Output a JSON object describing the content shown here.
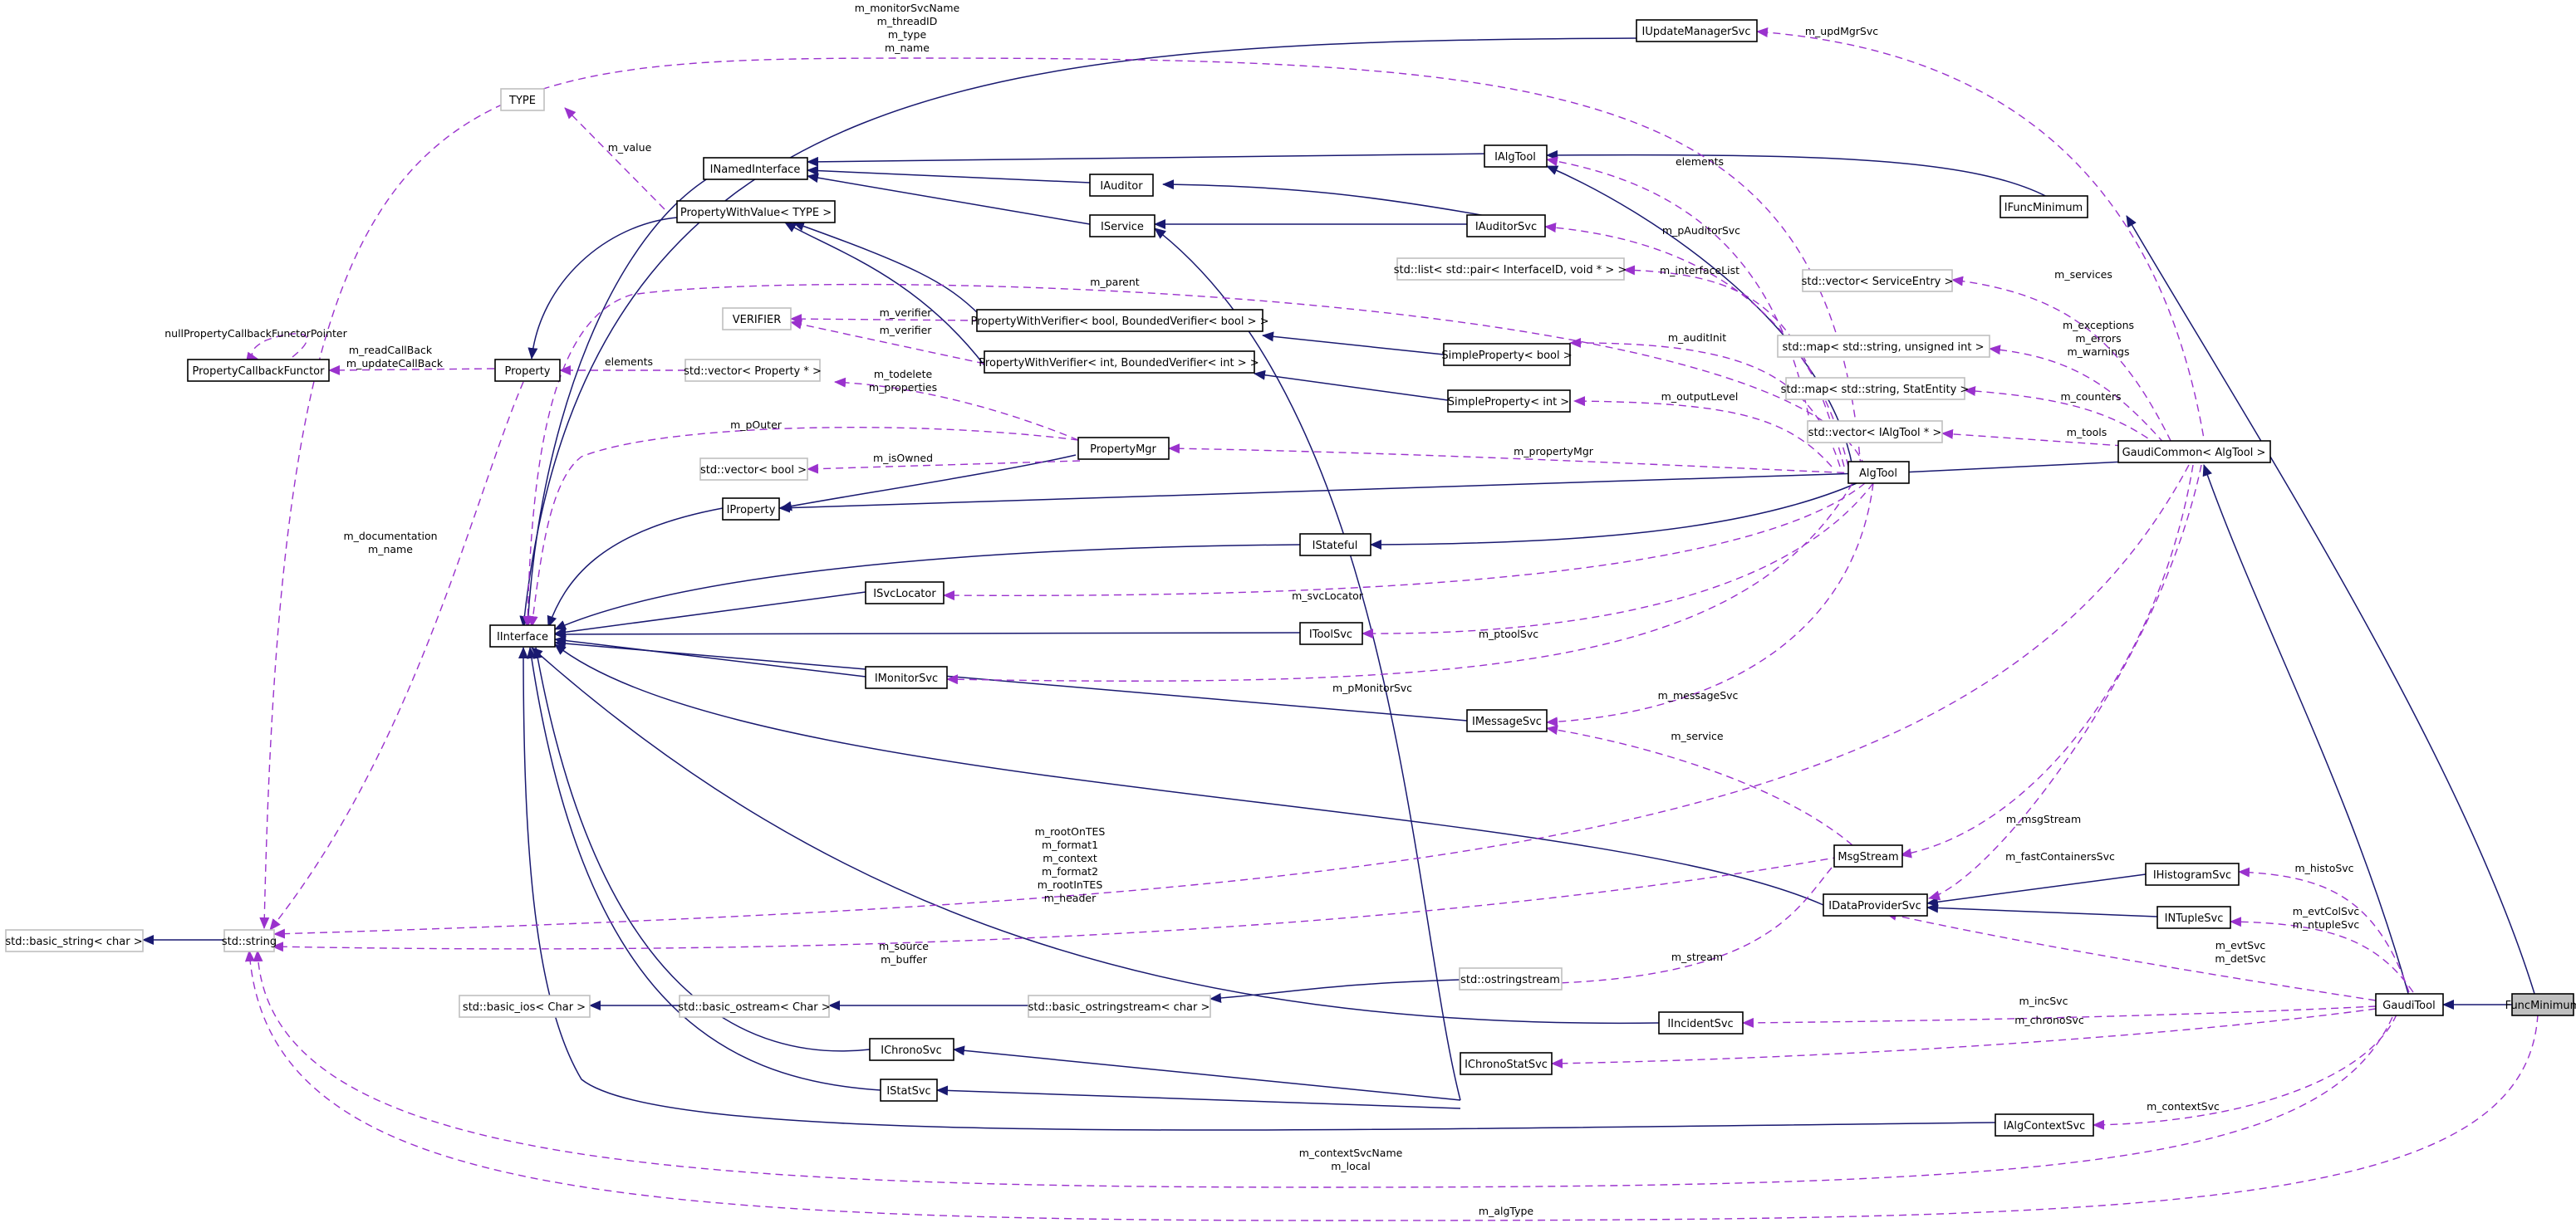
{
  "nodes": {
    "iupdatemanagersvc": "IUpdateManagerSvc",
    "type": "TYPE",
    "inamedinterface": "INamedInterface",
    "ialgtool": "IAlgTool",
    "ifuncminimum": "IFuncMinimum",
    "iauditor": "IAuditor",
    "propertywithvalue": "PropertyWithValue< TYPE >",
    "iservice": "IService",
    "iauditorsvc": "IAuditorSvc",
    "stdlist": "std::list< std::pair< InterfaceID, void * > >",
    "stdvector_serviceentry": "std::vector< ServiceEntry >",
    "verifier": "VERIFIER",
    "pwv_bool": "PropertyWithVerifier< bool, BoundedVerifier< bool > >",
    "pwv_int": "PropertyWithVerifier< int, BoundedVerifier< int > >",
    "propertycallbackfunctor": "PropertyCallbackFunctor",
    "property": "Property",
    "stdvector_property": "std::vector< Property * >",
    "simpleproperty_bool": "SimpleProperty< bool >",
    "simpleproperty_int": "SimpleProperty< int >",
    "stdmap_unsigned": "std::map< std::string, unsigned int >",
    "stdmap_statentity": "std::map< std::string, StatEntity >",
    "stdvector_ialgtool": "std::vector< IAlgTool * >",
    "gaudicommon": "GaudiCommon< AlgTool >",
    "propertymgr": "PropertyMgr",
    "stdvector_bool": "std::vector< bool >",
    "algtool": "AlgTool",
    "iproperty": "IProperty",
    "istateful": "IStateful",
    "isvclocator": "ISvcLocator",
    "iinterface": "IInterface",
    "itoolsvc": "IToolSvc",
    "imonitorsvc": "IMonitorSvc",
    "imessagesvc": "IMessageSvc",
    "msgstream": "MsgStream",
    "ihistogramsvc": "IHistogramSvc",
    "idataprovidersvc": "IDataProviderSvc",
    "intuplesvc": "INTupleSvc",
    "basic_string": "std::basic_string< char >",
    "stdstring": "std::string",
    "ostringstream": "std::ostringstream",
    "basic_ios": "std::basic_ios< Char >",
    "basic_ostream": "std::basic_ostream< Char >",
    "basic_ostringstream": "std::basic_ostringstream< char >",
    "iincidentsvc": "IIncidentSvc",
    "gauditool": "GaudiTool",
    "funcminimum": "FuncMinimum",
    "ichronosvc": "IChronoSvc",
    "ichronostatsvc": "IChronoStatSvc",
    "istatsvc": "IStatSvc",
    "ialgcontextsvc": "IAlgContextSvc"
  },
  "labels": {
    "iinterface_names": [
      "m_monitorSvcName",
      "m_threadID",
      "m_type",
      "m_name"
    ],
    "m_updmgrsvc": "m_updMgrSvc",
    "m_value": "m_value",
    "elements_ialgtool": "elements",
    "m_pauditorsvc": "m_pAuditorSvc",
    "m_interfacelist": "m_interfaceList",
    "m_services": "m_services",
    "m_parent": "m_parent",
    "nullcallback": "nullPropertyCallbackFunctorPointer",
    "callback_names": [
      "m_readCallBack",
      "m_updateCallBack"
    ],
    "elements_property": "elements",
    "m_verifier_1": "m_verifier",
    "m_verifier_2": "m_verifier",
    "m_auditinit": "m_auditInit",
    "gaudicommon_counters_names": [
      "m_exceptions",
      "m_errors",
      "m_warnings"
    ],
    "m_counters": "m_counters",
    "m_tools": "m_tools",
    "propertymgr_names": [
      "m_todelete",
      "m_properties"
    ],
    "m_outputlevel": "m_outputLevel",
    "m_pouter": "m_pOuter",
    "m_propertymgr": "m_propertyMgr",
    "m_isowned": "m_isOwned",
    "property_names": [
      "m_documentation",
      "m_name"
    ],
    "m_svclocator": "m_svcLocator",
    "m_ptoolsvc": "m_ptoolSvc",
    "m_pmonitorsvc": "m_pMonitorSvc",
    "m_messagesvc": "m_messageSvc",
    "m_service": "m_service",
    "m_msgstream": "m_msgStream",
    "gaudicommon_string_names": [
      "m_rootOnTES",
      "m_format1",
      "m_context",
      "m_format2",
      "m_rootInTES",
      "m_header"
    ],
    "m_fastcontainerssvc": "m_fastContainersSvc",
    "m_histosvc": "m_histoSvc",
    "ntuple_names": [
      "m_evtColSvc",
      "m_ntupleSvc"
    ],
    "msgstream_string_names": [
      "m_source",
      "m_buffer"
    ],
    "evtsvc_names": [
      "m_evtSvc",
      "m_detSvc"
    ],
    "m_stream": "m_stream",
    "m_incsvc": "m_incSvc",
    "m_chronosvc": "m_chronoSvc",
    "m_contextsvc": "m_contextSvc",
    "contextsvc_string_names": [
      "m_contextSvcName",
      "m_local"
    ],
    "m_algtype": "m_algType"
  }
}
